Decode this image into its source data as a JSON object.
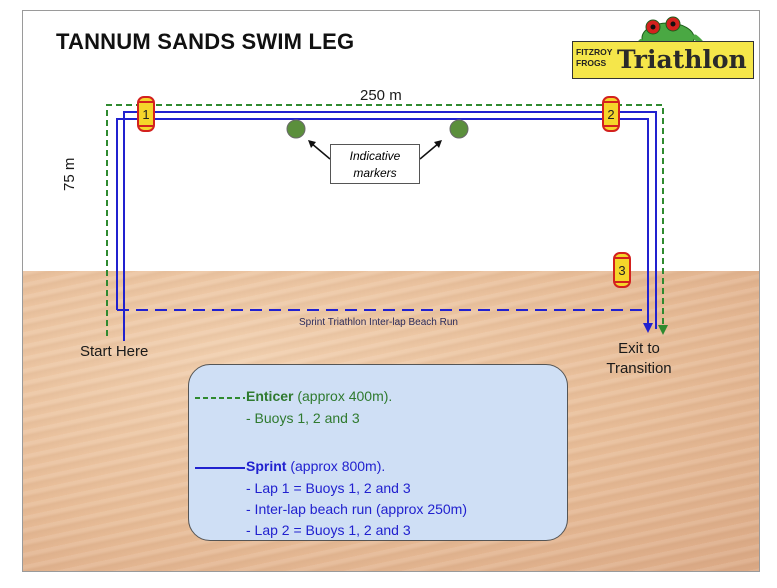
{
  "title": "TANNUM SANDS SWIM LEG",
  "logo": {
    "small_line1": "FITZROY",
    "small_line2": "FROGS",
    "big": "Triathlon"
  },
  "distances": {
    "width": "250 m",
    "height": "75 m"
  },
  "labels": {
    "start": "Start Here",
    "exit_line1": "Exit to",
    "exit_line2": "Transition",
    "beach_run": "Sprint Triathlon Inter-lap Beach Run",
    "markers_line1": "Indicative",
    "markers_line2": "markers"
  },
  "buoys": [
    "1",
    "2",
    "3"
  ],
  "legend": {
    "enticer_name": "Enticer",
    "enticer_desc": " (approx 400m).",
    "enticer_item1": "- Buoys 1, 2 and 3",
    "sprint_name": "Sprint",
    "sprint_desc": " (approx 800m).",
    "sprint_item1": "- Lap 1 = Buoys 1, 2 and 3",
    "sprint_item2": "- Inter-lap beach run (approx 250m)",
    "sprint_item3": "- Lap 2 = Buoys 1, 2 and 3"
  },
  "colors": {
    "enticer": "#2f8a2f",
    "sprint": "#2121cf",
    "buoy": "#f5d52a",
    "buoy_edge": "#d3211e",
    "marker": "#5b8f3c"
  }
}
